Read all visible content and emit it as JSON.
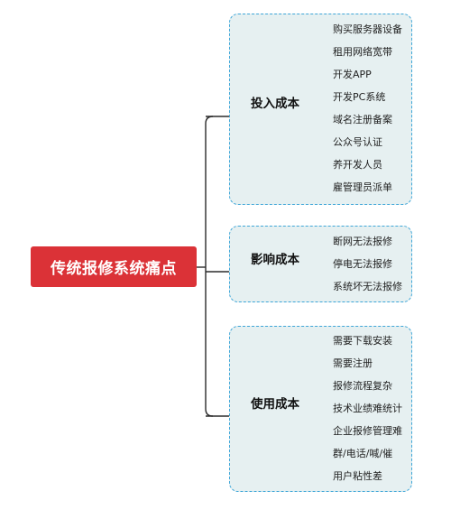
{
  "root": {
    "label": "传统报修系统痛点"
  },
  "groups": [
    {
      "label": "投入成本",
      "items": [
        "购买服务器设备",
        "租用网络宽带",
        "开发APP",
        "开发PC系统",
        "域名注册备案",
        "公众号认证",
        "养开发人员",
        "雇管理员派单"
      ]
    },
    {
      "label": "影响成本",
      "items": [
        "断网无法报修",
        "停电无法报修",
        "系统坏无法报修"
      ]
    },
    {
      "label": "使用成本",
      "items": [
        "需要下载安装",
        "需要注册",
        "报修流程复杂",
        "技术业绩难统计",
        "企业报修管理难",
        "群/电话/喊/催",
        "用户粘性差"
      ]
    }
  ],
  "colors": {
    "root_fill": "#db3237",
    "root_text": "#ffffff",
    "group_fill": "#e6f0f1",
    "group_border": "#3ea6d8",
    "connector": "#2b2b2b"
  }
}
